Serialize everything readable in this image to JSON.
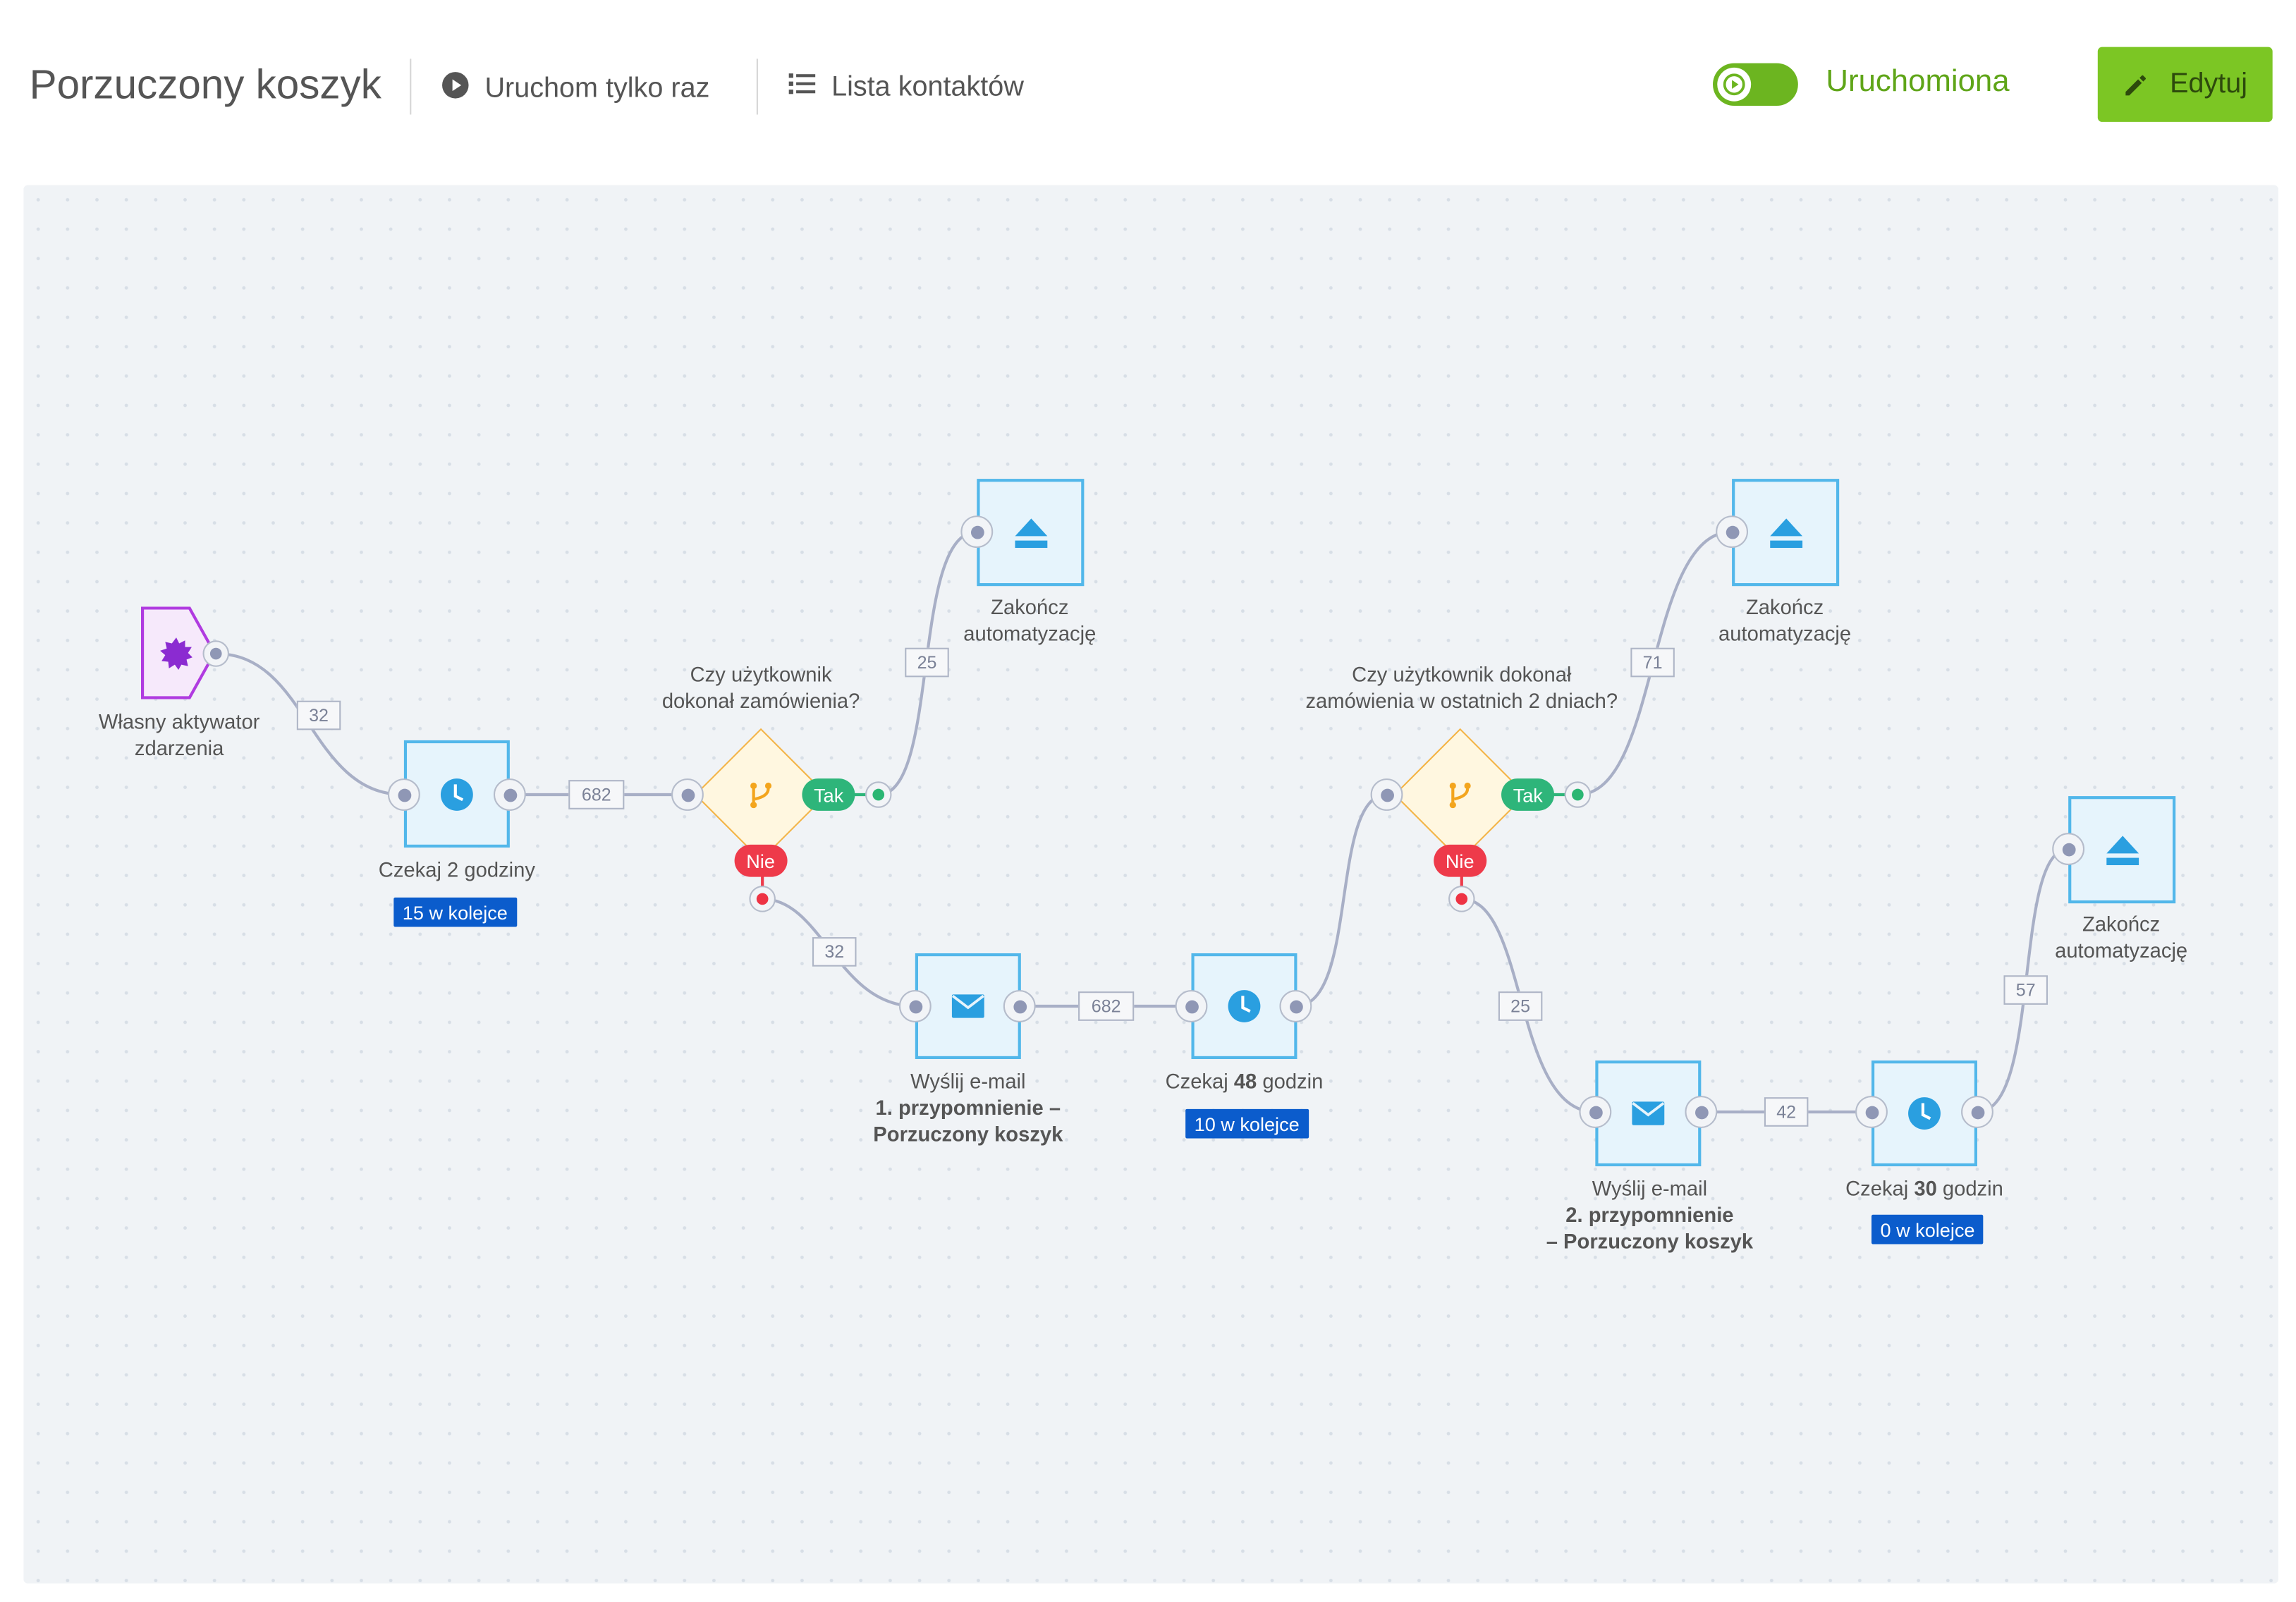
{
  "header": {
    "title": "Porzuczony koszyk",
    "run_once": "Uruchom tylko raz",
    "contact_list": "Lista kontaktów",
    "status": "Uruchomiona",
    "edit": "Edytuj"
  },
  "colors": {
    "accent_green": "#7cc624",
    "status_green": "#5fa518",
    "node_blue": "#52b7ea",
    "queue_blue": "#0b5ccc",
    "trigger_purple": "#b03be0",
    "condition_orange": "#f3b447"
  },
  "flow": {
    "trigger": {
      "icon": "custom-event-icon",
      "label_1": "Własny aktywator",
      "label_2": "zdarzenia"
    },
    "wait1": {
      "icon": "clock-icon",
      "prefix": "Czekaj ",
      "value": "2",
      "suffix": " godziny",
      "queue": "15 w kolejce"
    },
    "cond1": {
      "icon": "branch-icon",
      "line_1": "Czy użytkownik",
      "line_2": "dokonał zamówienia?",
      "yes": "Tak",
      "no": "Nie"
    },
    "end1": {
      "icon": "eject-icon",
      "line_1": "Zakończ",
      "line_2": "automatyzację"
    },
    "email1": {
      "icon": "envelope-icon",
      "line_1": "Wyślij e-mail",
      "line_2": "1. przypomnienie –",
      "line_3": "Porzuczony koszyk"
    },
    "wait2": {
      "icon": "clock-icon",
      "prefix": "Czekaj ",
      "value": "48",
      "suffix": " godzin",
      "queue": "10 w kolejce"
    },
    "cond2": {
      "icon": "branch-icon",
      "line_1": "Czy użytkownik dokonał",
      "line_2": "zamówienia w ostatnich 2 dniach?",
      "yes": "Tak",
      "no": "Nie"
    },
    "end2": {
      "icon": "eject-icon",
      "line_1": "Zakończ",
      "line_2": "automatyzację"
    },
    "email2": {
      "icon": "envelope-icon",
      "line_1": "Wyślij e-mail",
      "line_2": "2. przypomnienie",
      "line_3": "– Porzuczony koszyk"
    },
    "wait3": {
      "icon": "clock-icon",
      "prefix": "Czekaj ",
      "value": "30",
      "suffix": " godzin",
      "queue": "0 w kolejce"
    },
    "end3": {
      "icon": "eject-icon",
      "line_1": "Zakończ",
      "line_2": "automatyzację"
    }
  },
  "counts": {
    "c_trigger_wait1": "32",
    "c_wait1_cond1": "682",
    "c_cond1_end1": "25",
    "c_cond1_email1": "32",
    "c_email1_wait2": "682",
    "c_cond2_end2": "71",
    "c_cond2_email2": "25",
    "c_email2_wait3": "42",
    "c_wait3_end3": "57"
  }
}
